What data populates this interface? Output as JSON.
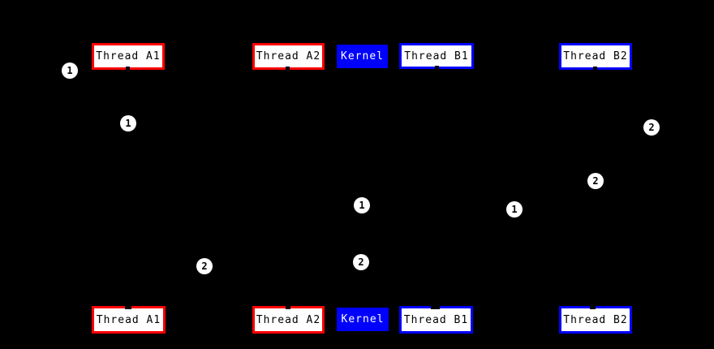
{
  "diagram": {
    "background": "#000000",
    "colors": {
      "background": "#000000",
      "user_accent": "#ff0000",
      "kernel_accent": "#0000ff",
      "node_fill": "#ffffff",
      "node_text": "#000000",
      "kernel_text": "#ffffff",
      "edge_label_fill": "#ffffff",
      "edge_label_text": "#000000"
    },
    "nodes": [
      {
        "id": "thread-a1-top",
        "label": "Thread A1",
        "kind": "user-thread"
      },
      {
        "id": "thread-a2-top",
        "label": "Thread A2",
        "kind": "user-thread"
      },
      {
        "id": "kernel-top",
        "label": "Kernel",
        "kind": "kernel"
      },
      {
        "id": "thread-b1-top",
        "label": "Thread B1",
        "kind": "kernel-thread"
      },
      {
        "id": "thread-b2-top",
        "label": "Thread B2",
        "kind": "kernel-thread"
      },
      {
        "id": "thread-a1-bottom",
        "label": "Thread A1",
        "kind": "user-thread"
      },
      {
        "id": "thread-a2-bottom",
        "label": "Thread A2",
        "kind": "user-thread"
      },
      {
        "id": "kernel-bottom",
        "label": "Kernel",
        "kind": "kernel"
      },
      {
        "id": "thread-b1-bottom",
        "label": "Thread B1",
        "kind": "kernel-thread"
      },
      {
        "id": "thread-b2-bottom",
        "label": "Thread B2",
        "kind": "kernel-thread"
      }
    ],
    "edge_labels": [
      {
        "label": "1"
      },
      {
        "label": "1"
      },
      {
        "label": "2"
      },
      {
        "label": "2"
      },
      {
        "label": "1"
      },
      {
        "label": "1"
      },
      {
        "label": "2"
      },
      {
        "label": "2"
      }
    ]
  }
}
